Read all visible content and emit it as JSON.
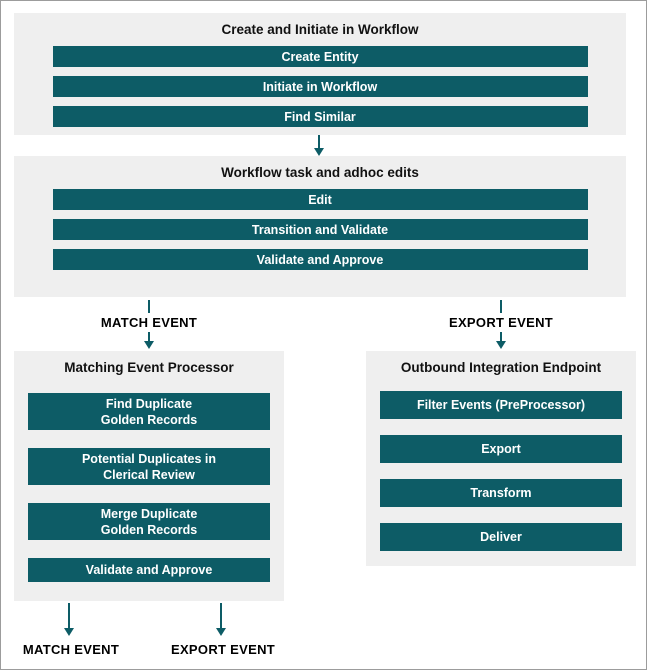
{
  "colors": {
    "step_teal": "#0d5c66",
    "panel_gray": "#efefef",
    "label_black": "#000000"
  },
  "workflow_create": {
    "title": "Create and Initiate in Workflow",
    "steps": [
      "Create Entity",
      "Initiate in Workflow",
      "Find Similar"
    ]
  },
  "workflow_tasks": {
    "title": "Workflow task and adhoc edits",
    "steps": [
      "Edit",
      "Transition and Validate",
      "Validate and Approve"
    ]
  },
  "mid_events": {
    "match_label": "MATCH EVENT",
    "export_label": "EXPORT EVENT"
  },
  "matching_processor": {
    "title": "Matching Event Processor",
    "steps": [
      "Find Duplicate\nGolden Records",
      "Potential Duplicates in\nClerical Review",
      "Merge Duplicate\nGolden Records",
      "Validate and Approve"
    ]
  },
  "outbound_endpoint": {
    "title": "Outbound Integration Endpoint",
    "steps": [
      "Filter Events (PreProcessor)",
      "Export",
      "Transform",
      "Deliver"
    ]
  },
  "bottom_events": {
    "match_label": "MATCH EVENT",
    "export_label": "EXPORT EVENT"
  }
}
